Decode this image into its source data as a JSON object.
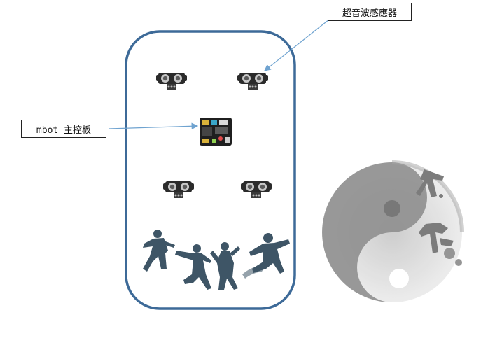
{
  "labels": {
    "sensor": "超音波感應器",
    "board": "mbot 主控板"
  },
  "colors": {
    "frame": "#3d6a98",
    "arrow": "#6fa3d0",
    "figure": "#3e5566",
    "taichi": "#8a8a8a",
    "sensor_body": "#2b2b2b",
    "sensor_eye": "#c8c8c8"
  },
  "icons": {
    "sensor": "ultrasonic-sensor-icon",
    "board": "mbot-board-icon",
    "figures": "taichi-figures",
    "emblem": "yin-yang-emblem"
  }
}
